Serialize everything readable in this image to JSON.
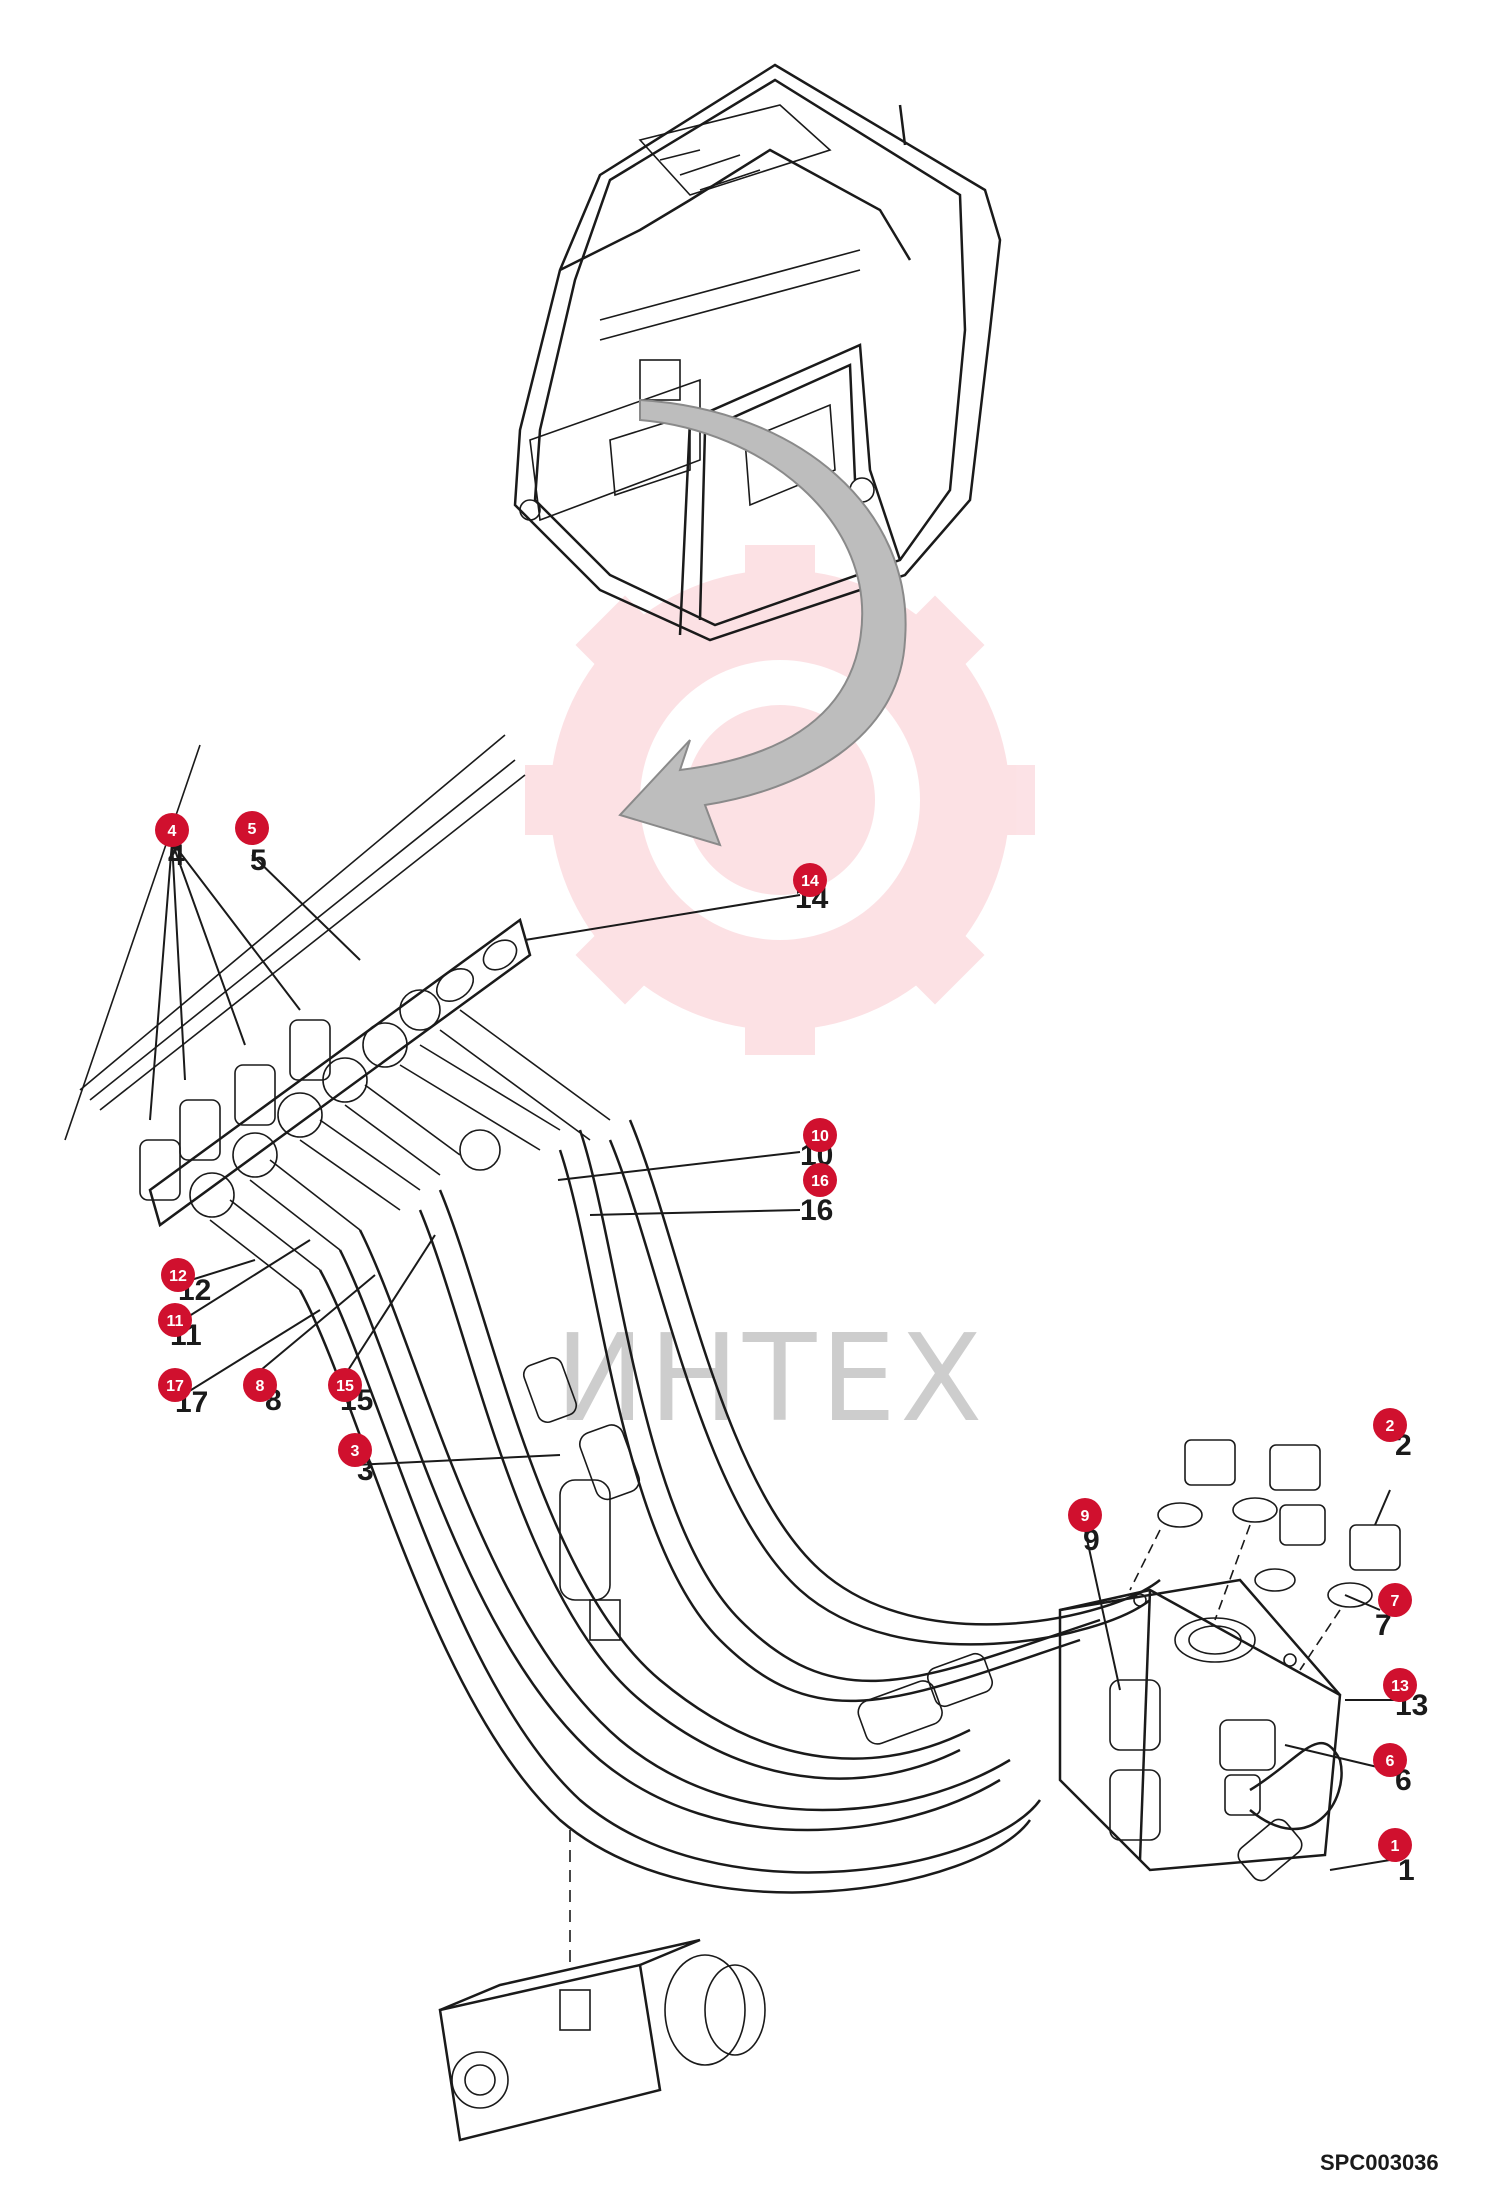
{
  "watermark": {
    "text": "ИНТЕХ",
    "color": "#e8102e"
  },
  "accent_color": "#d0102e",
  "reference_code": "SPC003036",
  "callouts": [
    {
      "number": "1",
      "label": "1"
    },
    {
      "number": "2",
      "label": "2"
    },
    {
      "number": "3",
      "label": "3"
    },
    {
      "number": "4",
      "label": "4"
    },
    {
      "number": "5",
      "label": "5"
    },
    {
      "number": "6",
      "label": "6"
    },
    {
      "number": "7",
      "label": "7"
    },
    {
      "number": "8",
      "label": "8"
    },
    {
      "number": "9",
      "label": "9"
    },
    {
      "number": "10",
      "label": "10"
    },
    {
      "number": "11",
      "label": "11"
    },
    {
      "number": "12",
      "label": "12"
    },
    {
      "number": "13",
      "label": "13"
    },
    {
      "number": "14",
      "label": "14"
    },
    {
      "number": "15",
      "label": "15"
    },
    {
      "number": "16",
      "label": "16"
    },
    {
      "number": "17",
      "label": "17"
    }
  ]
}
